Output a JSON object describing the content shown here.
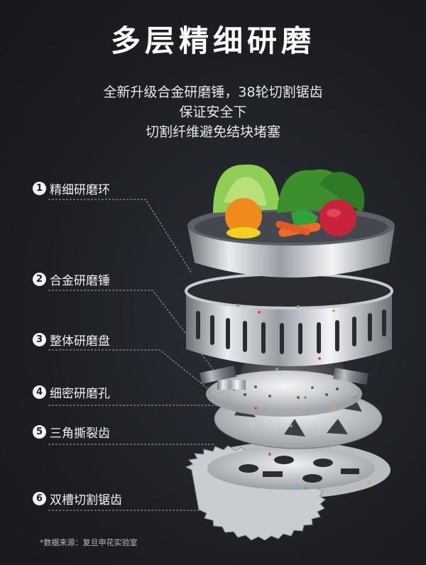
{
  "header": {
    "title": "多层精细研磨",
    "subtitle_lines": [
      "全新升级合金研磨锤，38轮切割锯齿",
      "保证安全下",
      "切割纤维避免结块堵塞"
    ]
  },
  "components": [
    {
      "num": "1",
      "label": "精细研磨环"
    },
    {
      "num": "2",
      "label": "合金研磨锤"
    },
    {
      "num": "3",
      "label": "整体研磨盘"
    },
    {
      "num": "4",
      "label": "细密研磨孔"
    },
    {
      "num": "5",
      "label": "三角撕裂齿"
    },
    {
      "num": "6",
      "label": "双槽切割锯齿"
    }
  ],
  "footnote": "*数据来源：复旦申花实验室",
  "colors": {
    "background": "#1c1e23",
    "text": "#ffffff",
    "metal": "#c8cbd0"
  }
}
